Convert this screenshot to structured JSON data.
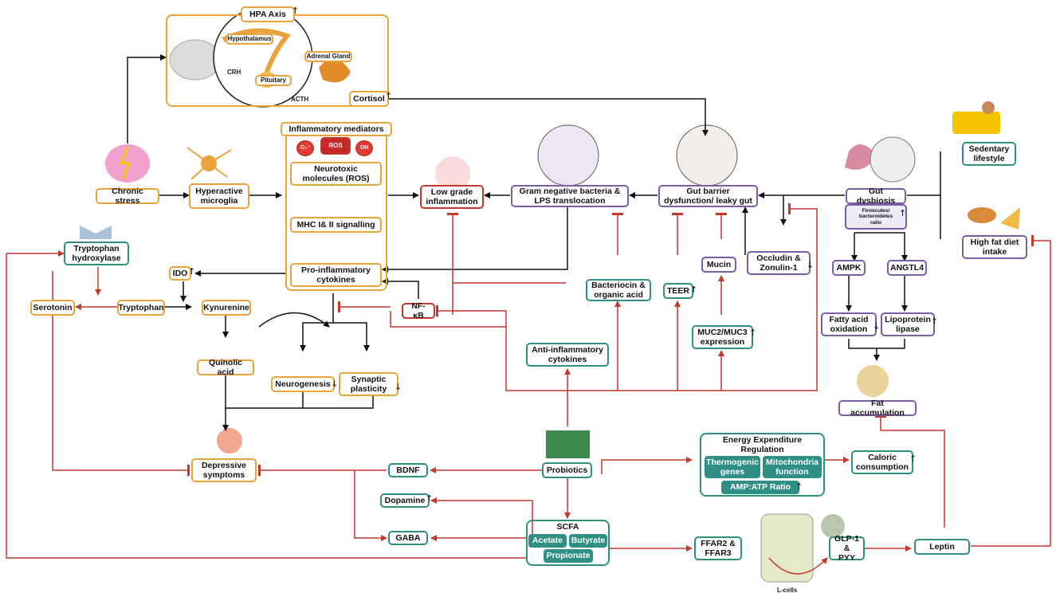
{
  "colors": {
    "hpa_orange": "#e8a33d",
    "inflammation_red": "#c0392b",
    "bacteria_purple": "#7b5ea7",
    "probiotic_teal": "#2f8f84",
    "activation_arrow": "#111111",
    "inhibition_arrow": "#c0392b"
  },
  "hpa": {
    "title": "HPA Axis",
    "hypothalamus": "Hypothalamus",
    "pituitary": "Pituitary",
    "adrenal": "Adrenal Gland",
    "crh": "CRH",
    "acth": "ACTH",
    "cortisol": "Cortisol"
  },
  "stress": {
    "chronic_stress": "Chronic stress",
    "microglia": "Hyperactive\nmicroglia"
  },
  "inflammatory": {
    "title": "Inflammatory mediators",
    "ros_labels": [
      "O₂⁻",
      "ROS",
      "OH"
    ],
    "neurotoxic": "Neurotoxic\nmolecules (ROS)",
    "mhc": "MHC I& II signalling",
    "cytokines": "Pro-inflammatory\ncytokines"
  },
  "gut": {
    "low_grade": "Low grade\ninflammation",
    "gram_negative": "Gram negative bacteria &\nLPS translocation",
    "barrier": "Gut barrier\ndysfunction/ leaky gut",
    "dysbiosis": "Gut dysbiosis",
    "ratio": "Firmicutes/\nbacteroidetes\nratio",
    "occludin": "Occludin &\nZonulin-1",
    "mucin": "Mucin",
    "teer": "TEER",
    "muc": "MUC2/MUC3\nexpression",
    "bacteriocin": "Bacteriocin &\norganic acid"
  },
  "lifestyle": {
    "sedentary": "Sedentary\nlifestyle",
    "high_fat": "High fat diet\nintake"
  },
  "metabolic": {
    "ampk": "AMPK",
    "angtl4": "ANGTL4",
    "fao": "Fatty acid\noxidation",
    "lpl": "Lipoprotein\nlipase",
    "fat": "Fat accumulation",
    "caloric": "Caloric\nconsumption",
    "energy_title": "Energy Expenditure\nRegulation",
    "thermogenic": "Thermogenic\ngenes",
    "mito": "Mitochondria\nfunction",
    "amp": "AMP:ATP Ratio"
  },
  "tryptophan": {
    "hydroxylase": "Tryptophan\nhydroxylase",
    "ido": "IDO",
    "serotonin": "Serotonin",
    "tryptophan": "Tryptophan",
    "kynurenine": "Kynurenine",
    "quinolic": "Quinolic acid"
  },
  "neuro": {
    "neurogenesis": "Neurogenesis",
    "synaptic": "Synaptic\nplasticity",
    "depressive": "Depressive\nsymptoms",
    "nfkb": "NF-κB",
    "anti_inflam": "Anti-inflammatory\ncytokines"
  },
  "probiotic": {
    "probiotics": "Probiotics",
    "bdnf": "BDNF",
    "dopamine": "Dopamine",
    "gaba": "GABA",
    "scfa": "SCFA",
    "acetate": "Acetate",
    "butyrate": "Butyrate",
    "propionate": "Propionate",
    "ffar": "FFAR2 &\nFFAR3",
    "lcells": "L-cells",
    "glp": "GLP-1 &\nPYY",
    "leptin": "Leptin"
  }
}
